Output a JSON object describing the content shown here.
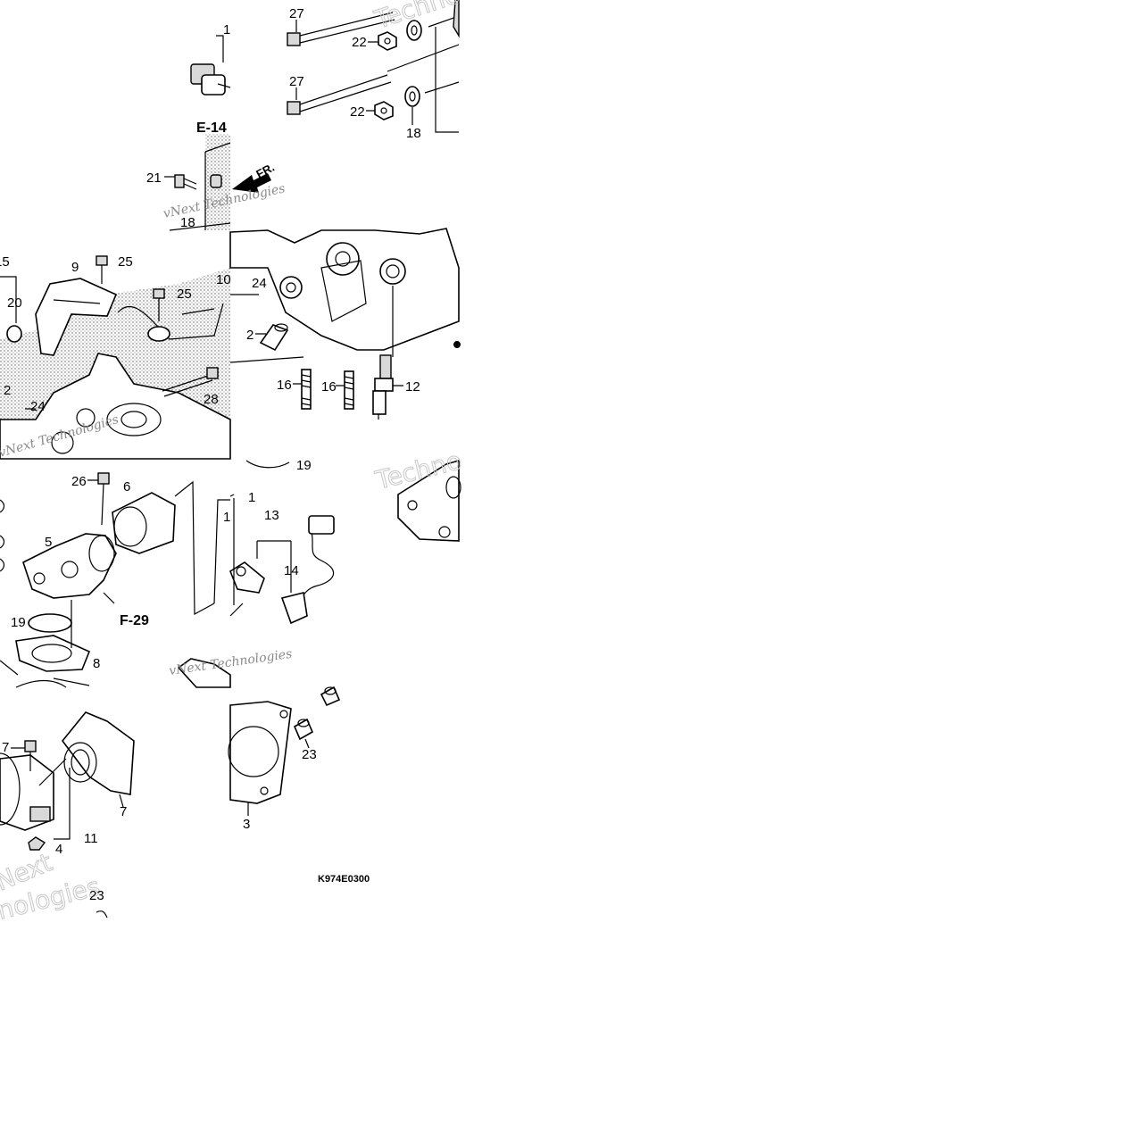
{
  "diagram": {
    "code": "K974E0300",
    "ref_labels": [
      "E-14",
      "F-29"
    ],
    "direction_label": "FR.",
    "watermarks": [
      "vNext Technologies",
      "Techno",
      "Techno",
      "vNext Technologies",
      "vNext Technologies",
      "Next",
      "nologies"
    ],
    "callouts": [
      {
        "id": "c1",
        "text": "1"
      },
      {
        "id": "c2",
        "text": "27"
      },
      {
        "id": "c3",
        "text": "22"
      },
      {
        "id": "c4",
        "text": "27"
      },
      {
        "id": "c5",
        "text": "22"
      },
      {
        "id": "c6",
        "text": "18"
      },
      {
        "id": "c7",
        "text": "21"
      },
      {
        "id": "c8",
        "text": "18"
      },
      {
        "id": "c9",
        "text": "15"
      },
      {
        "id": "c10",
        "text": "9"
      },
      {
        "id": "c11",
        "text": "25"
      },
      {
        "id": "c12",
        "text": "25"
      },
      {
        "id": "c13",
        "text": "20"
      },
      {
        "id": "c14",
        "text": "10"
      },
      {
        "id": "c15",
        "text": "24"
      },
      {
        "id": "c16",
        "text": "2"
      },
      {
        "id": "c17",
        "text": "28"
      },
      {
        "id": "c18",
        "text": "2"
      },
      {
        "id": "c19",
        "text": "24"
      },
      {
        "id": "c20",
        "text": "16"
      },
      {
        "id": "c21",
        "text": "16"
      },
      {
        "id": "c22",
        "text": "12"
      },
      {
        "id": "c23",
        "text": "19"
      },
      {
        "id": "c24",
        "text": "26"
      },
      {
        "id": "c25",
        "text": "6"
      },
      {
        "id": "c26",
        "text": "1"
      },
      {
        "id": "c27",
        "text": "13"
      },
      {
        "id": "c28",
        "text": "1"
      },
      {
        "id": "c29",
        "text": "5"
      },
      {
        "id": "c30",
        "text": "14"
      },
      {
        "id": "c31",
        "text": "19"
      },
      {
        "id": "c32",
        "text": "8"
      },
      {
        "id": "c33",
        "text": "7"
      },
      {
        "id": "c34",
        "text": "23"
      },
      {
        "id": "c35",
        "text": "7"
      },
      {
        "id": "c36",
        "text": "3"
      },
      {
        "id": "c37",
        "text": "4"
      },
      {
        "id": "c38",
        "text": "11"
      },
      {
        "id": "c39",
        "text": "23"
      }
    ]
  }
}
